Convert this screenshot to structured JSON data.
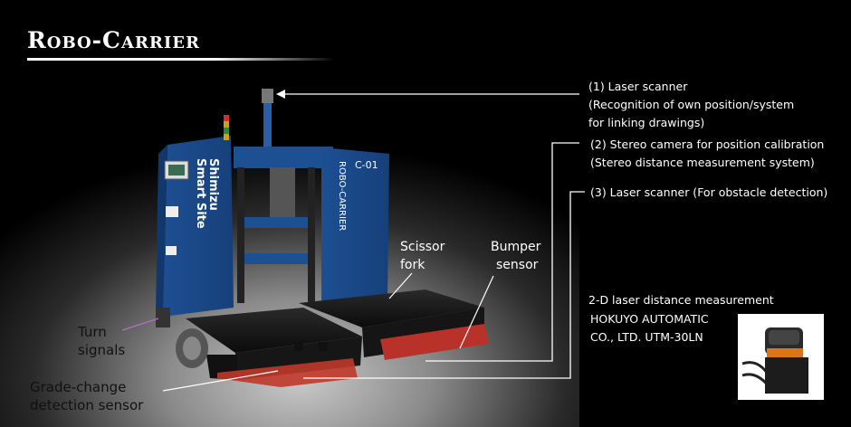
{
  "title": "Robo-Carrier",
  "callouts": {
    "c1_line1": "(1) Laser scanner",
    "c1_line2": "(Recognition of own position/system",
    "c1_line3": "for linking drawings)",
    "c2_line1": "(2) Stereo camera for position calibration",
    "c2_line2": "(Stereo distance measurement system)",
    "c3_line1": "(3) Laser scanner (For obstacle detection)"
  },
  "parts": {
    "scissor_1": "Scissor",
    "scissor_2": "fork",
    "bumper_1": "Bumper",
    "bumper_2": "sensor",
    "turn_1": "Turn",
    "turn_2": "signals",
    "grade_1": "Grade-change",
    "grade_2": "detection sensor"
  },
  "sensor_info": {
    "line1": "2-D laser distance measurement",
    "line2": "HOKUYO AUTOMATIC",
    "line3": "CO., LTD.  UTM-30LN"
  },
  "robot_text": {
    "brand_1": "Shimizu",
    "brand_2": "Smart Site",
    "model": "ROBO-CARRIER",
    "unit": "C-01"
  }
}
